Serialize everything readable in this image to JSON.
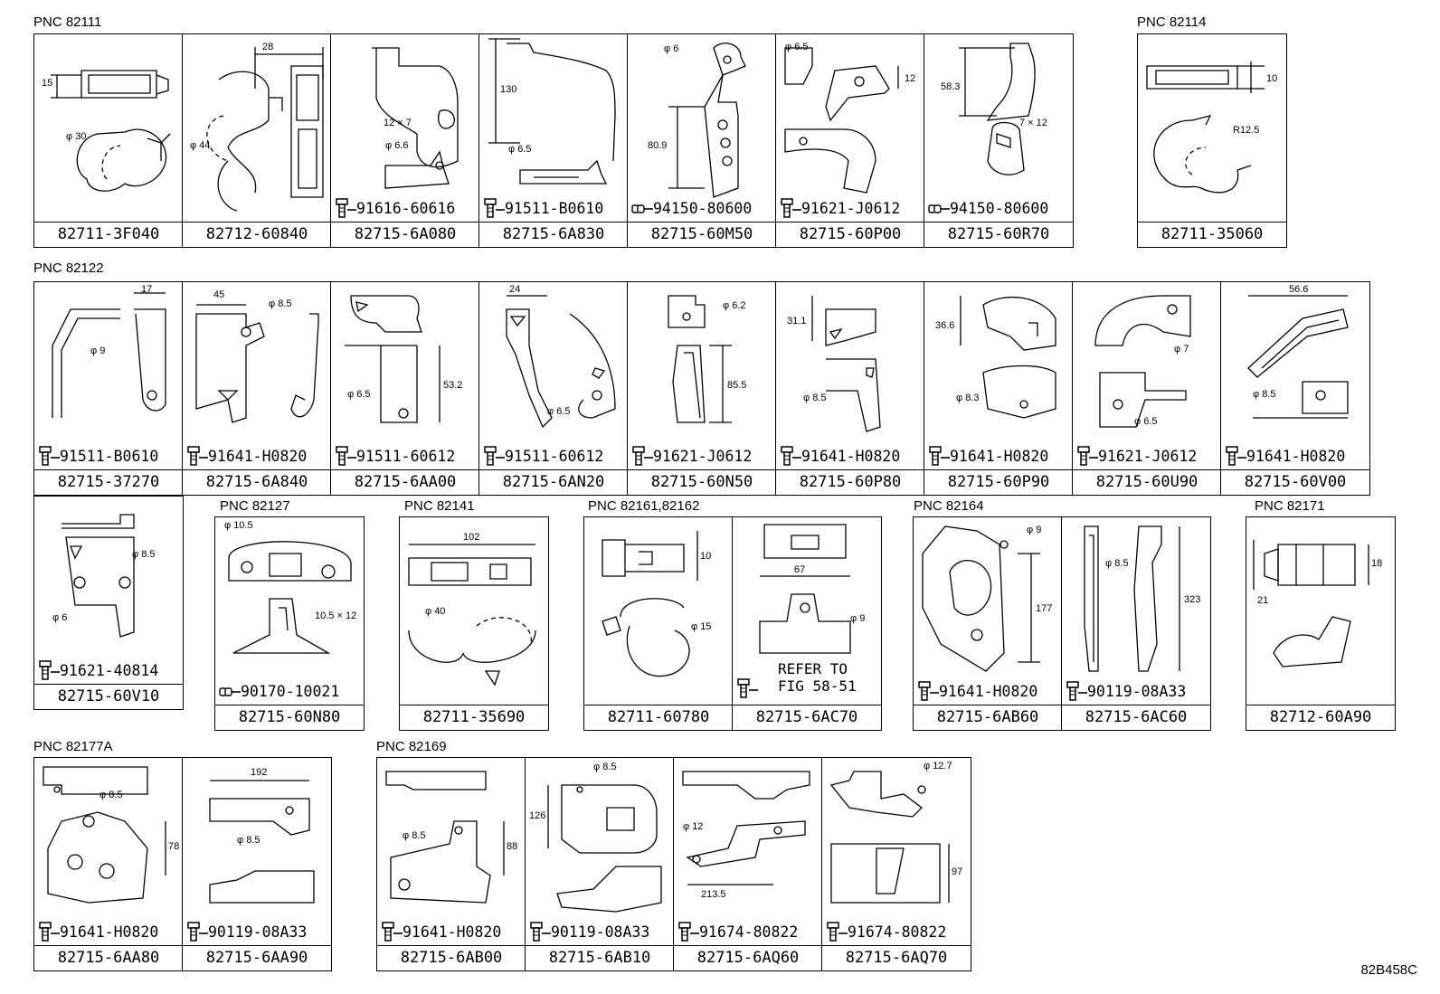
{
  "diagram_code": "82B458C",
  "groups": [
    {
      "label": "PNC 82111"
    },
    {
      "label": "PNC 82114"
    },
    {
      "label": "PNC 82122"
    },
    {
      "label": "PNC 82127"
    },
    {
      "label": "PNC 82141"
    },
    {
      "label": "PNC 82161,82162"
    },
    {
      "label": "PNC 82164"
    },
    {
      "label": "PNC 82171"
    },
    {
      "label": "PNC 82177A"
    },
    {
      "label": "PNC 82169"
    }
  ],
  "parts": [
    {
      "part": "82711-3F040",
      "dims": [
        "15",
        "φ 30"
      ],
      "fastener": ""
    },
    {
      "part": "82712-60840",
      "dims": [
        "28",
        "φ 44"
      ],
      "fastener": ""
    },
    {
      "part": "82715-6A080",
      "dims": [
        "12 × 7",
        "φ 6.6"
      ],
      "fastener": "91616-60616"
    },
    {
      "part": "82715-6A830",
      "dims": [
        "130",
        "φ 6.5"
      ],
      "fastener": "91511-B0610"
    },
    {
      "part": "82715-60M50",
      "dims": [
        "φ 6",
        "80.9"
      ],
      "fastener": "94150-80600"
    },
    {
      "part": "82715-60P00",
      "dims": [
        "φ 6.5",
        "12"
      ],
      "fastener": "91621-J0612"
    },
    {
      "part": "82715-60R70",
      "dims": [
        "58.3",
        "7 × 12"
      ],
      "fastener": "94150-80600"
    },
    {
      "part": "82711-35060",
      "dims": [
        "10",
        "R12.5"
      ],
      "fastener": ""
    },
    {
      "part": "82715-37270",
      "dims": [
        "17",
        "φ 9"
      ],
      "fastener": "91511-B0610"
    },
    {
      "part": "82715-6A840",
      "dims": [
        "45",
        "φ 8.5"
      ],
      "fastener": "91641-H0820"
    },
    {
      "part": "82715-6AA00",
      "dims": [
        "φ 6.5",
        "53.2"
      ],
      "fastener": "91511-60612"
    },
    {
      "part": "82715-6AN20",
      "dims": [
        "24",
        "φ 6.5"
      ],
      "fastener": "91511-60612"
    },
    {
      "part": "82715-60N50",
      "dims": [
        "φ 6.2",
        "85.5"
      ],
      "fastener": "91621-J0612"
    },
    {
      "part": "82715-60P80",
      "dims": [
        "31.1",
        "φ 8.5"
      ],
      "fastener": "91641-H0820"
    },
    {
      "part": "82715-60P90",
      "dims": [
        "36.6",
        "φ 8.3"
      ],
      "fastener": "91641-H0820"
    },
    {
      "part": "82715-60U90",
      "dims": [
        "φ 7",
        "φ 6.5"
      ],
      "fastener": "91621-J0612"
    },
    {
      "part": "82715-60V00",
      "dims": [
        "56.6",
        "φ 8.5"
      ],
      "fastener": "91641-H0820"
    },
    {
      "part": "82715-60V10",
      "dims": [
        "φ 8.5",
        "φ 6"
      ],
      "fastener": "91621-40814"
    },
    {
      "part": "82715-60N80",
      "dims": [
        "φ 10.5",
        "10.5 × 12"
      ],
      "fastener": "90170-10021"
    },
    {
      "part": "82711-35690",
      "dims": [
        "102",
        "φ 40"
      ],
      "fastener": ""
    },
    {
      "part": "82711-60780",
      "dims": [
        "10",
        "φ 15"
      ],
      "fastener": ""
    },
    {
      "part": "82715-6AC70",
      "dims": [
        "67",
        "φ 9"
      ],
      "fastener": "",
      "refer": "REFER TO\nFIG 58-51"
    },
    {
      "part": "82715-6AB60",
      "dims": [
        "φ 9",
        "177"
      ],
      "fastener": "91641-H0820"
    },
    {
      "part": "82715-6AC60",
      "dims": [
        "φ 8.5",
        "323"
      ],
      "fastener": "90119-08A33"
    },
    {
      "part": "82712-60A90",
      "dims": [
        "18",
        "21"
      ],
      "fastener": ""
    },
    {
      "part": "82715-6AA80",
      "dims": [
        "φ 8.5",
        "78"
      ],
      "fastener": "91641-H0820"
    },
    {
      "part": "82715-6AA90",
      "dims": [
        "192",
        "φ 8.5"
      ],
      "fastener": "90119-08A33"
    },
    {
      "part": "82715-6AB00",
      "dims": [
        "φ 8.5",
        "88"
      ],
      "fastener": "91641-H0820"
    },
    {
      "part": "82715-6AB10",
      "dims": [
        "φ 8.5",
        "126"
      ],
      "fastener": "90119-08A33"
    },
    {
      "part": "82715-6AQ60",
      "dims": [
        "φ 12",
        "213.5"
      ],
      "fastener": "91674-80822"
    },
    {
      "part": "82715-6AQ70",
      "dims": [
        "φ 12.7",
        "97"
      ],
      "fastener": "91674-80822"
    }
  ]
}
